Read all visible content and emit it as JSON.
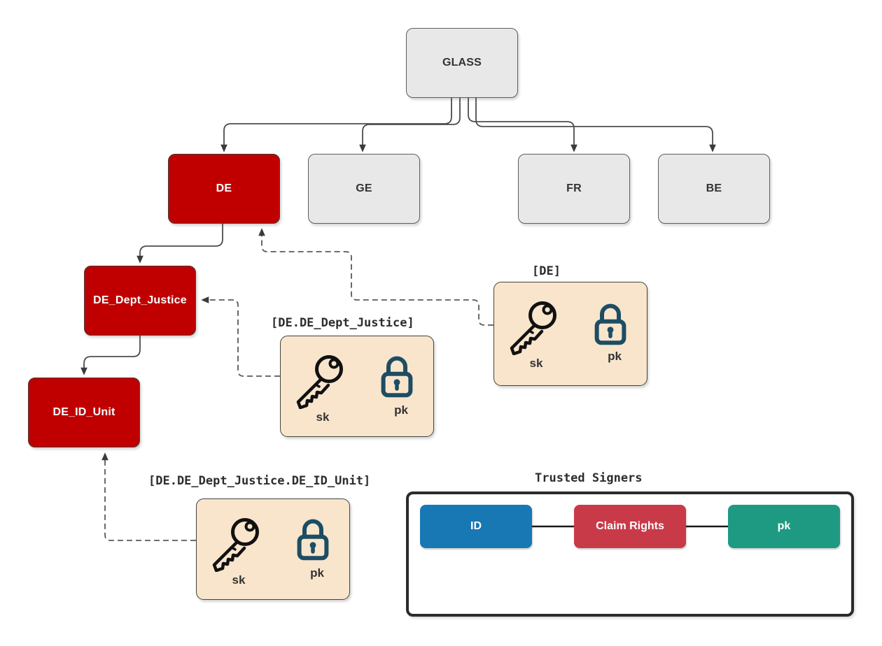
{
  "nodes": {
    "glass": {
      "label": "GLASS"
    },
    "de": {
      "label": "DE"
    },
    "ge": {
      "label": "GE"
    },
    "fr": {
      "label": "FR"
    },
    "be": {
      "label": "BE"
    },
    "de_dept_justice": {
      "label": "DE_Dept_Justice"
    },
    "de_id_unit": {
      "label": "DE_ID_Unit"
    }
  },
  "keypairs": [
    {
      "title": "[DE]",
      "sk_label": "sk",
      "pk_label": "pk"
    },
    {
      "title": "[DE.DE_Dept_Justice]",
      "sk_label": "sk",
      "pk_label": "pk"
    },
    {
      "title": "[DE.DE_Dept_Justice.DE_ID_Unit]",
      "sk_label": "sk",
      "pk_label": "pk"
    }
  ],
  "trusted_signers": {
    "title": "Trusted Signers",
    "chips": [
      {
        "label": "ID",
        "color": "#1878b4"
      },
      {
        "label": "Claim Rights",
        "color": "#c93a49"
      },
      {
        "label": "pk",
        "color": "#1e9a82"
      }
    ]
  },
  "colors": {
    "highlighted_node": "#c00000",
    "default_node": "#e8e8e8",
    "keypair_box": "#f8e5cc",
    "lock_icon": "#1d4d63",
    "connector": "#4d4d4d"
  }
}
